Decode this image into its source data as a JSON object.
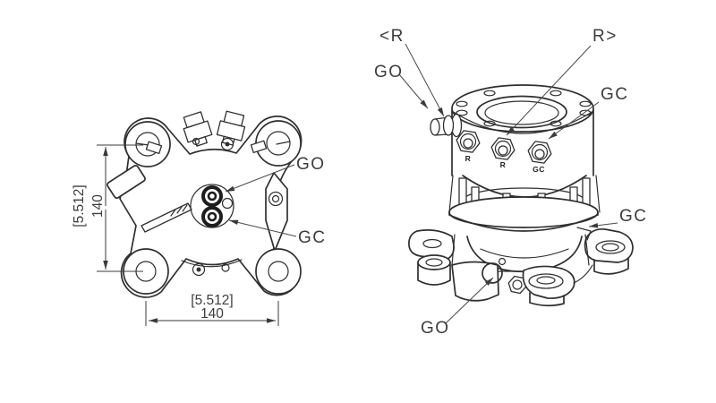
{
  "page": {
    "background": "#ffffff"
  },
  "drawing": {
    "line_color": "#2f2f2f",
    "text_color": "#3d3d3d",
    "front_view": {
      "label_go": "GO",
      "label_gc": "GC",
      "dim_vertical_secondary": "[5.512]",
      "dim_vertical_primary": "140",
      "dim_horizontal_secondary": "[5.512]",
      "dim_horizontal_primary": "140"
    },
    "iso_view": {
      "label_rotate_left": "<R",
      "label_rotate_right": "R>",
      "label_go_upper": "GO",
      "label_gc_upper": "GC",
      "label_gc_lower": "GC",
      "label_go_lower": "GO",
      "stamp_port_left": "R",
      "stamp_port_middle": "R",
      "stamp_port_right": "GC"
    }
  }
}
